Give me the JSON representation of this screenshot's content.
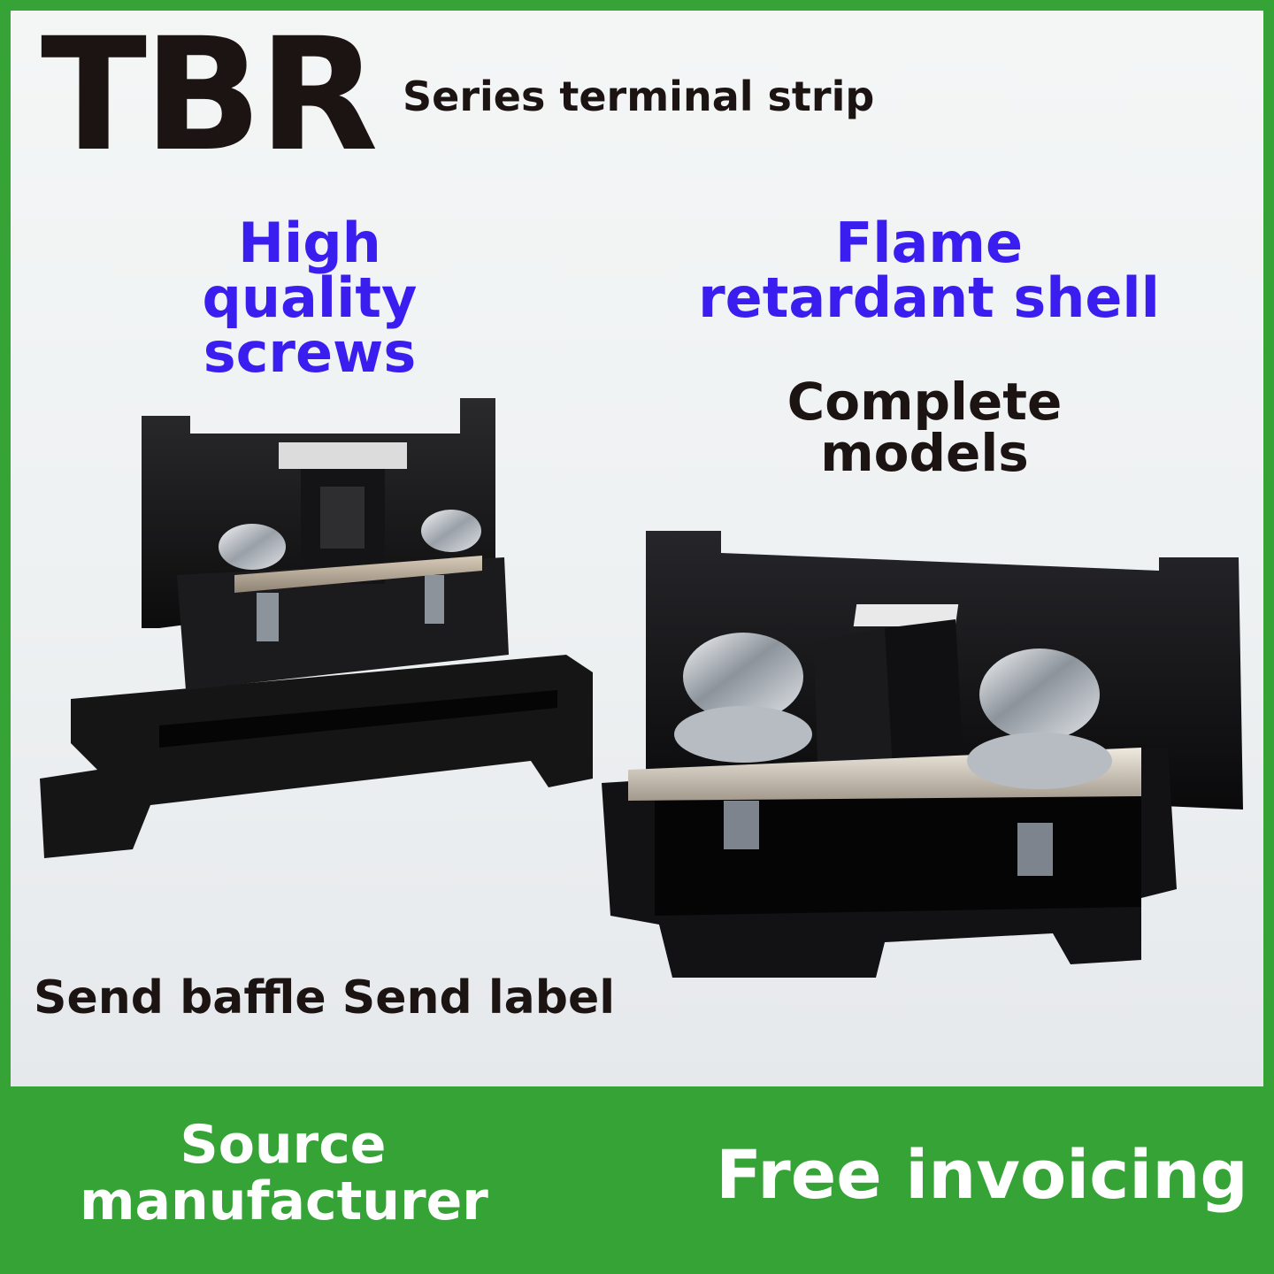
{
  "header": {
    "brand": "TBR",
    "subtitle": "Series terminal strip"
  },
  "features": {
    "screws": "High quality screws",
    "shell": "Flame retardant shell",
    "models": "Complete models",
    "accessories": "Send baffle Send label"
  },
  "footer": {
    "left": "Source manufacturer",
    "right": "Free invoicing"
  },
  "colors": {
    "border_green": "#36a337",
    "feature_blue": "#3a1eef",
    "text_dark": "#1c1413"
  }
}
